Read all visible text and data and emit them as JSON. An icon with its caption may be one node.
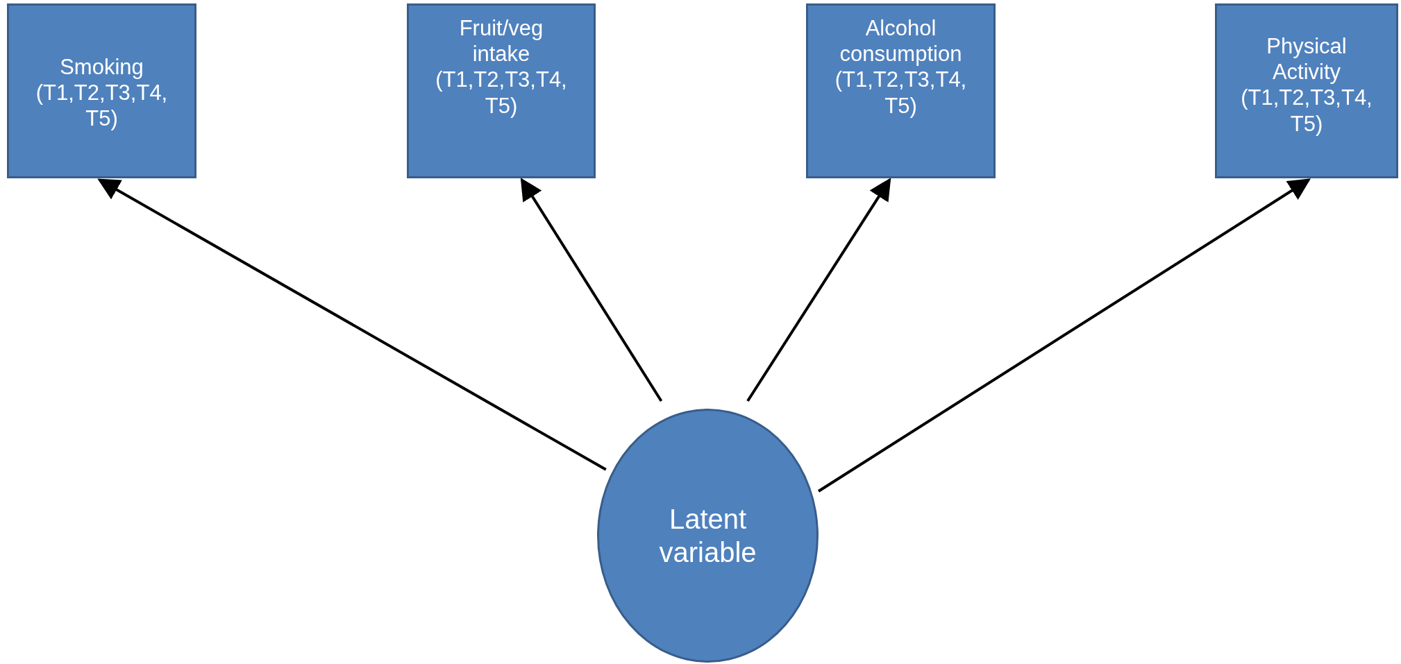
{
  "diagram": {
    "nodes": [
      {
        "text": [
          "Smoking (T1,T2,T3,T4, T5)"
        ]
      },
      {
        "text": [
          "Fruit/veg intake (T1,T2,T3,T4, T5)"
        ]
      },
      {
        "text": [
          "Alcohol consumption (T1,T2,T3,T4, T5)"
        ]
      },
      {
        "text": [
          "Physical Activity (T1,T2,T3,T4, T5)"
        ]
      },
      {
        "text": [
          "Latent variable"
        ]
      }
    ],
    "edges": [
      {
        "from": 4,
        "to": 0,
        "arrow": "to"
      },
      {
        "from": 4,
        "to": 1,
        "arrow": "to"
      },
      {
        "from": 4,
        "to": 2,
        "arrow": "to"
      },
      {
        "from": 4,
        "to": 3,
        "arrow": "to"
      }
    ]
  }
}
